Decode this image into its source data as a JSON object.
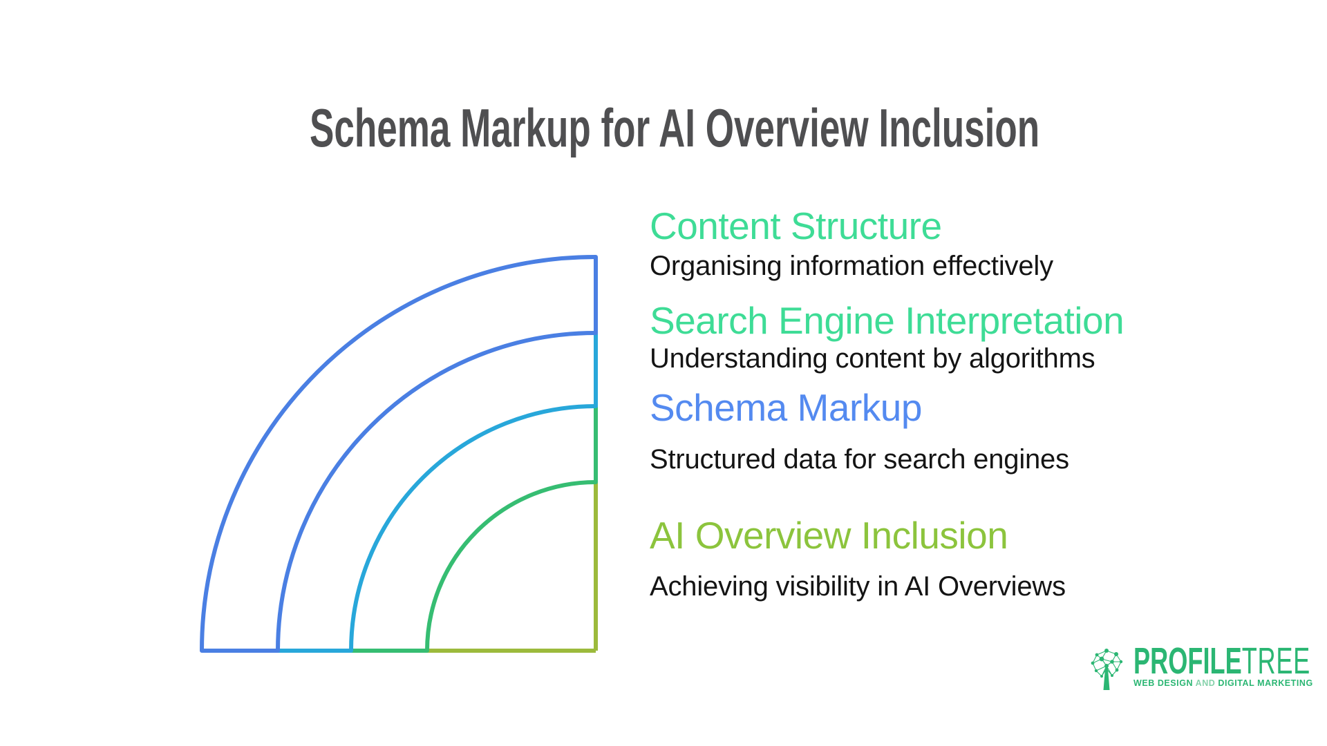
{
  "title": "Schema Markup for AI Overview Inclusion",
  "colors": {
    "title_text": "#4f4f51",
    "body_text": "#141414",
    "mint": "#3edc96",
    "heading_blue": "#548af0",
    "lime": "#8cc43d",
    "arc_blue": "#4a7fe3",
    "arc_teal": "#28a7da",
    "arc_green": "#36bd72",
    "arc_olive": "#9cba3c",
    "logo_green": "#2bb673",
    "logo_green_light": "#86d2ab"
  },
  "entries": [
    {
      "heading": "Content Structure",
      "description": "Organising information effectively",
      "color": "#3edc96"
    },
    {
      "heading": "Search Engine Interpretation",
      "description": "Understanding content by algorithms",
      "color": "#3edc96"
    },
    {
      "heading": "Schema Markup",
      "description": "Structured data for search engines",
      "color": "#548af0"
    },
    {
      "heading": "AI Overview Inclusion",
      "description": "Achieving visibility in AI Overviews",
      "color": "#8cc43d"
    }
  ],
  "figure": {
    "rings": [
      {
        "radius": 570,
        "color": "#4a7fe3"
      },
      {
        "radius": 460,
        "color": "#4a7fe3"
      },
      {
        "radius": 354,
        "color": "#28a7da"
      },
      {
        "radius": 244,
        "color": "#36bd72"
      }
    ],
    "edge_segment_colors": [
      "#4a7fe3",
      "#28a7da",
      "#36bd72",
      "#9cba3c"
    ]
  },
  "logo": {
    "brand_bold": "PROFILE",
    "brand_light": "TREE",
    "tagline_part1": "WEB DESIGN",
    "tagline_and": " AND ",
    "tagline_part2": "DIGITAL MARKETING"
  }
}
